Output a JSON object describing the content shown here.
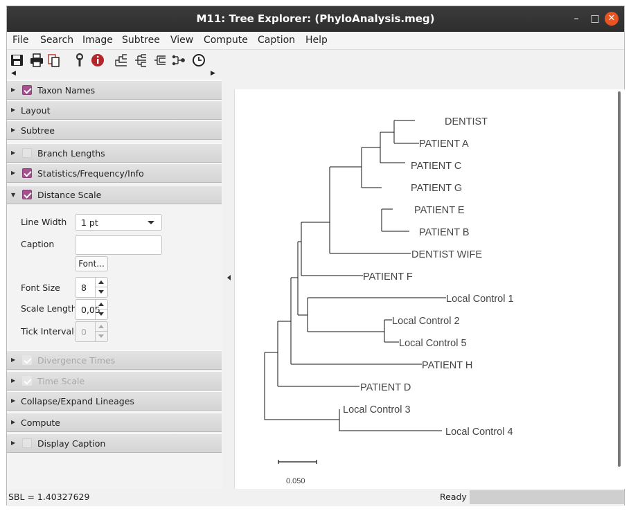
{
  "window": {
    "title": "M11: Tree Explorer: (PhyloAnalysis.meg)",
    "controls": {
      "minimize": "–",
      "maximize": "□",
      "close": "✕"
    }
  },
  "menu": [
    "File",
    "Search",
    "Image",
    "Subtree",
    "View",
    "Compute",
    "Caption",
    "Help"
  ],
  "toolbar": {
    "icons": [
      "save-icon",
      "print-icon",
      "copy-icon",
      "wrench-icon",
      "info-icon",
      "tree-layout-icon",
      "tree-layout-2-icon",
      "tree-layout-3-icon",
      "node-icon",
      "clock-icon"
    ]
  },
  "sidebar": {
    "sections": [
      {
        "label": "Taxon Names",
        "checkbox": "checked",
        "expanded": false
      },
      {
        "label": "Layout",
        "checkbox": "none",
        "expanded": false
      },
      {
        "label": "Subtree",
        "checkbox": "none",
        "expanded": false
      },
      {
        "label": "Branch Lengths",
        "checkbox": "unchecked",
        "expanded": false
      },
      {
        "label": "Statistics/Frequency/Info",
        "checkbox": "checked",
        "expanded": false
      },
      {
        "label": "Distance Scale",
        "checkbox": "checked",
        "expanded": true
      },
      {
        "label": "Divergence Times",
        "checkbox": "disabled",
        "expanded": false
      },
      {
        "label": "Time Scale",
        "checkbox": "disabled",
        "expanded": false
      },
      {
        "label": "Collapse/Expand Lineages",
        "checkbox": "none",
        "expanded": false
      },
      {
        "label": "Compute",
        "checkbox": "none",
        "expanded": false
      },
      {
        "label": "Display Caption",
        "checkbox": "unchecked",
        "expanded": false
      }
    ],
    "distance_scale": {
      "line_width_label": "Line Width",
      "line_width_value": "1 pt",
      "caption_label": "Caption",
      "caption_value": "",
      "font_button": "Font...",
      "font_size_label": "Font Size",
      "font_size_value": "8",
      "scale_length_label": "Scale Length",
      "scale_length_value": "0,05",
      "tick_interval_label": "Tick Interval",
      "tick_interval_value": "0"
    }
  },
  "tree": {
    "taxa": [
      "DENTIST",
      "PATIENT A",
      "PATIENT C",
      "PATIENT G",
      "PATIENT E",
      "PATIENT B",
      "DENTIST WIFE",
      "PATIENT F",
      "Local Control 1",
      "Local Control 2",
      "Local Control 5",
      "PATIENT H",
      "PATIENT D",
      "Local Control 3",
      "Local Control 4"
    ],
    "scale_label": "0.050"
  },
  "status": {
    "sbl": "SBL = 1.40327629",
    "ready": "Ready",
    "progress": 0
  }
}
